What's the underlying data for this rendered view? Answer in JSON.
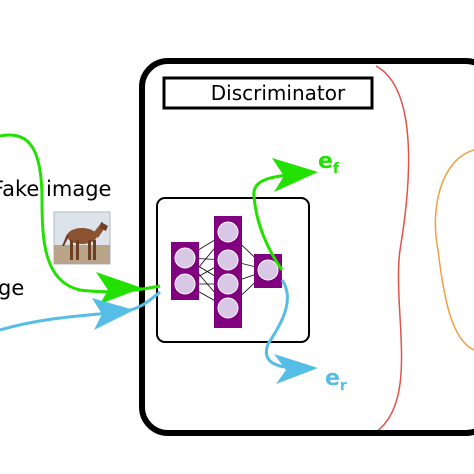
{
  "discriminator": {
    "title": "Discriminator"
  },
  "inputs": {
    "fake_label": "Fake image",
    "real_label_fragment": "ge",
    "fake_thumbnail_icon": "horse-image-icon"
  },
  "outputs": {
    "fake_output": {
      "base": "e",
      "sub": "f"
    },
    "real_output": {
      "base": "e",
      "sub": "r"
    }
  },
  "colors": {
    "fake_path": "#22e000",
    "real_path": "#55bde6",
    "neuron_fill": "#800080",
    "neuron_inner": "#d8c8e6",
    "contour_outer": "#e0534a",
    "contour_inner": "#f0a040",
    "frame": "#000000"
  }
}
